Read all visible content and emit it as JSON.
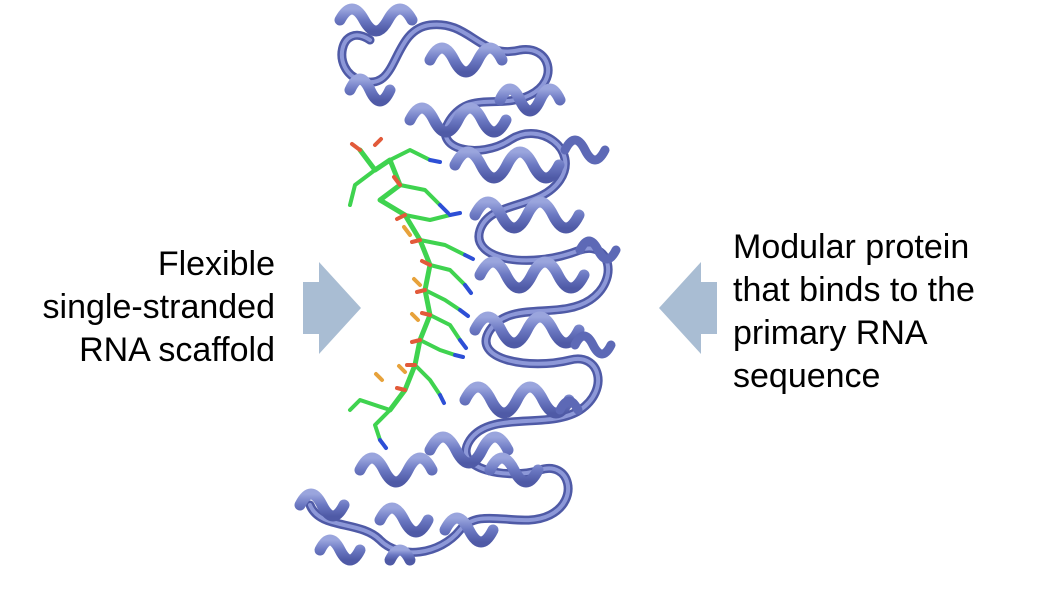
{
  "left_label": {
    "lines": [
      "Flexible",
      "single-stranded",
      "RNA scaffold"
    ]
  },
  "right_label": {
    "lines": [
      "Modular protein",
      "that binds to the",
      "primary RNA",
      "sequence"
    ]
  },
  "colors": {
    "arrow": "#a9bdd3",
    "protein": "#6b78c2",
    "protein_dark": "#4f5aa6",
    "protein_light": "#9aa5dd",
    "rna_carbon": "#3fd34f",
    "rna_oxygen": "#e25a3a",
    "rna_nitrogen": "#2d4fd6",
    "rna_phosphate": "#e7a23b"
  },
  "icons": {
    "left_arrow": "right-pointing-block-arrow-icon",
    "right_arrow": "left-pointing-block-arrow-icon"
  }
}
